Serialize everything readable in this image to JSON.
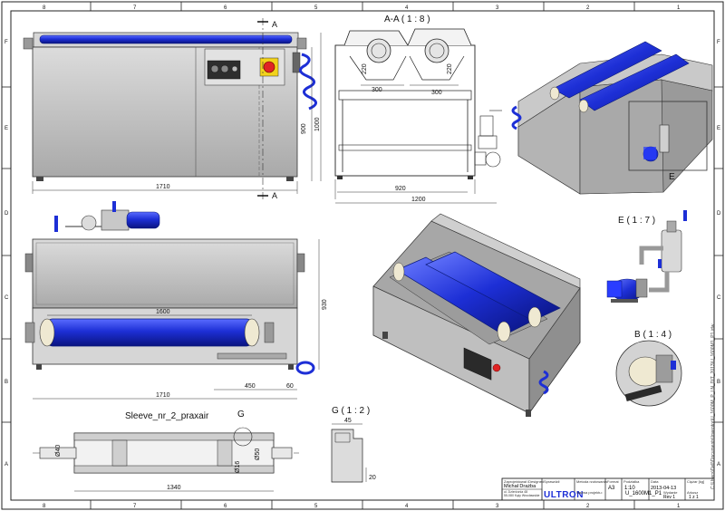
{
  "border": {
    "columns": [
      "8",
      "7",
      "6",
      "5",
      "4",
      "3",
      "2",
      "1"
    ],
    "rows": [
      "F",
      "E",
      "D",
      "C",
      "B",
      "A"
    ]
  },
  "front_view": {
    "dims": {
      "width": "1710",
      "height": "900",
      "height_total": "1000"
    },
    "section_marker": "A"
  },
  "section_view": {
    "title": "A-A ( 1 : 8 )",
    "dims": {
      "roller_h_left": "220",
      "roller_h_right": "220",
      "spacing_left": "300",
      "spacing_right": "300",
      "inner_width": "920",
      "outer_width": "1200"
    }
  },
  "iso_top": {
    "detail_marker": "E"
  },
  "top_view": {
    "dims": {
      "inner_length": "1600",
      "height": "930",
      "offset": "450",
      "side": "60",
      "length": "1710"
    }
  },
  "detail_e": {
    "title": "E ( 1 : 7 )"
  },
  "detail_b": {
    "title": "B ( 1 : 4 )"
  },
  "sleeve": {
    "title": "Sleeve_nr_2_praxair",
    "marker": "G",
    "dims": {
      "d1": "Ø40",
      "d2": "Ø16",
      "d3": "Ø50",
      "length": "1340"
    }
  },
  "detail_g": {
    "title": "G ( 1 : 2 )",
    "dims": {
      "w": "45",
      "h": "20"
    }
  },
  "title_block": {
    "drawn_by_label": "Zaprojektował /Designed",
    "drawn_by": "Michał Drażba",
    "checked_label": "Sprawdził",
    "method_label": "Metoda rzutowania",
    "format_label": "Format",
    "format": "A3",
    "scale_label": "Podziałka",
    "scale": "1:10",
    "date_label": "Data",
    "date": "2013-04-13",
    "weight_label": "Ciężar [kg]",
    "company": "ULTRON",
    "address_1": "ul. Dzierżonia 48",
    "address_2": "55-080 Kąty Wrocławskie",
    "project_label": "Nazwa projektu:",
    "drawing_name": "U_1600M1_P1",
    "sheet_label": "Arkusz",
    "sheet": "1 z 1",
    "rev_label": "Wydanie",
    "rev": "Rev 1"
  },
  "file_path": "C:\\Users\\Dell\\Documents\\Inventor\\U_1600M_P_LN_DIT_2013\\U_1600M1_P1.idw",
  "colors": {
    "roller_blue": "#1d2fd6",
    "frame_grey": "#bdbdbd",
    "panel_grey": "#c9c9c9",
    "steel_dark": "#8c8c8c",
    "stop_red": "#e02424"
  }
}
